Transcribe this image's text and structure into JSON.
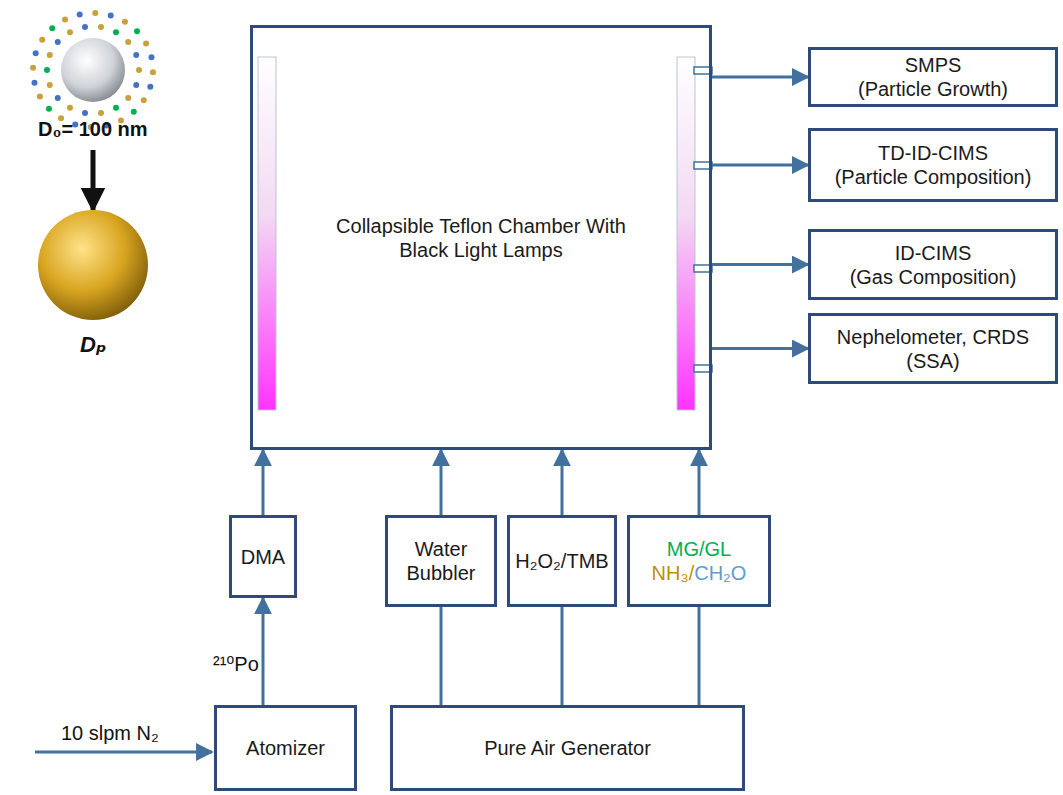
{
  "diagram": {
    "nodes": [
      {
        "text": [
          "Collapsible Teflon Chamber With Black Light Lamps"
        ]
      },
      {
        "text": [
          "SMPS",
          "(Particle Growth)"
        ]
      },
      {
        "text": [
          "TD-ID-CIMS",
          "(Particle Composition)"
        ]
      },
      {
        "text": [
          "ID-CIMS",
          "(Gas Composition)"
        ]
      },
      {
        "text": [
          "Nephelometer, CRDS",
          "(SSA)"
        ]
      },
      {
        "text": [
          "DMA"
        ]
      },
      {
        "text": [
          "Water Bubbler"
        ]
      },
      {
        "text": [
          "H₂O₂/TMB"
        ]
      },
      {
        "text": [
          "MG/GL",
          "NH₃/",
          "CH₂O"
        ]
      },
      {
        "text": [
          "Atomizer"
        ]
      },
      {
        "text": [
          "Pure Air Generator"
        ]
      }
    ],
    "edges": [
      {
        "from": 0,
        "to": 1,
        "arrow": "to"
      },
      {
        "from": 0,
        "to": 2,
        "arrow": "to"
      },
      {
        "from": 0,
        "to": 3,
        "arrow": "to"
      },
      {
        "from": 0,
        "to": 4,
        "arrow": "to"
      },
      {
        "from": 5,
        "to": 0,
        "arrow": "to"
      },
      {
        "from": 6,
        "to": 0,
        "arrow": "to"
      },
      {
        "from": 7,
        "to": 0,
        "arrow": "to"
      },
      {
        "from": 8,
        "to": 0,
        "arrow": "to"
      },
      {
        "from": 9,
        "to": 5,
        "arrow": "to"
      },
      {
        "from": 10,
        "to": 6,
        "arrow": "none"
      },
      {
        "from": 10,
        "to": 7,
        "arrow": "none"
      },
      {
        "from": 10,
        "to": 8,
        "arrow": "none"
      }
    ],
    "labels": [
      "D₀= 100 nm",
      "Dₚ",
      "²¹⁰Po",
      "10 slpm N₂"
    ]
  }
}
